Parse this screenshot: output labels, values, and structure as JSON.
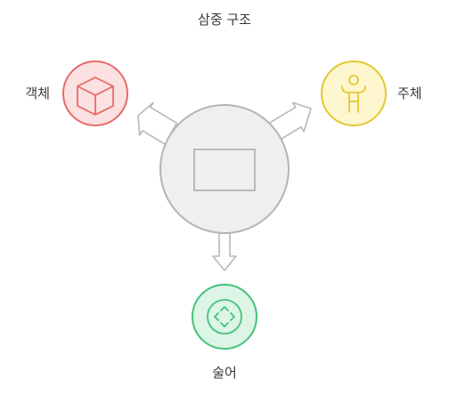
{
  "title": "삼중 구조",
  "nodes": {
    "object": {
      "label": "객체",
      "color": "#e86a6a",
      "fill": "#fbe1e1",
      "icon": "cube-icon"
    },
    "subject": {
      "label": "주체",
      "color": "#e3c832",
      "fill": "#fdf6cf",
      "icon": "person-icon"
    },
    "predicate": {
      "label": "술어",
      "color": "#45c27a",
      "fill": "#dcf5e6",
      "icon": "focus-circle-icon"
    },
    "center": {
      "color": "#b4b4b4",
      "fill": "#efefef",
      "icon": "rectangle-icon"
    }
  }
}
